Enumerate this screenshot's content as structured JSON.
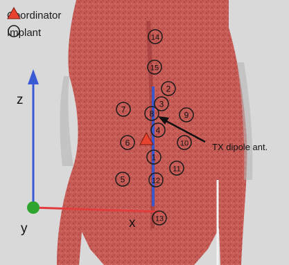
{
  "legend": {
    "coordinator_label": "Coordinator",
    "implant_label": "Implant"
  },
  "axes": {
    "z_label": "z",
    "x_label": "x",
    "y_label": "y",
    "colors": {
      "z": "#3b5bd6",
      "x": "#e23c3c",
      "y": "#2fa52f"
    }
  },
  "annotation": {
    "text": "TX dipole ant."
  },
  "implants": [
    "14",
    "15",
    "2",
    "3",
    "8",
    "9",
    "7",
    "4",
    "6",
    "10",
    "1",
    "11",
    "5",
    "12",
    "13"
  ],
  "colors": {
    "body": "#c85a55",
    "body_dark": "#8f2f2e",
    "coordinator": "#e8432e",
    "dipole": "#3d56c9",
    "background": "#d9d9d9"
  }
}
